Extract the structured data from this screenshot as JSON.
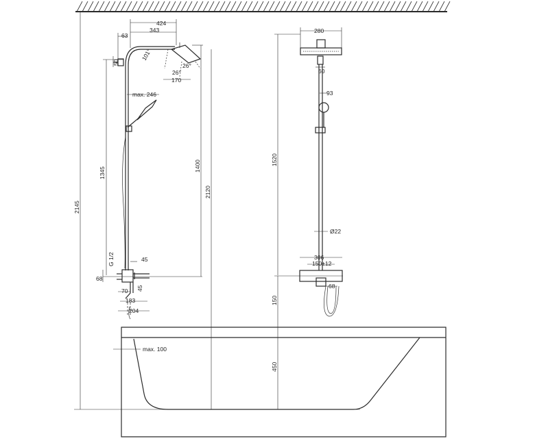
{
  "labels": {
    "d424": "424",
    "d343": "343",
    "d63": "63",
    "d101": "101°",
    "d26a": "26°",
    "d26b": "26°",
    "d170": "170",
    "d50": "50",
    "dmax246": "max. 246",
    "d1345": "1345",
    "d1400": "1400",
    "d2120": "2120",
    "d2145": "2145",
    "dG12": "G 1/2",
    "d45a": "45",
    "d68a": "68",
    "d70": "70",
    "d45b": "45",
    "d183": "183",
    "d204": "204",
    "dmax100": "max. 100",
    "d280": "280",
    "d60": "60",
    "d93": "93",
    "d1520": "1520",
    "dphi22": "Ø22",
    "d306": "306",
    "d150pm12": "150±12",
    "d68b": "68",
    "d150": "150",
    "d450": "450"
  }
}
